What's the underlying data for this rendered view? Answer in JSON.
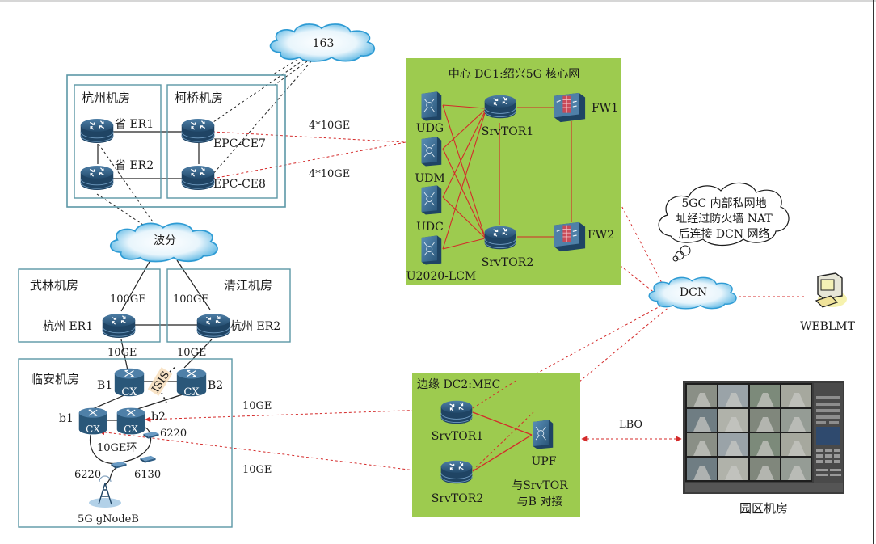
{
  "clouds": {
    "internet": "163",
    "wdm": "波分",
    "dcn": "DCN"
  },
  "rooms": {
    "hangzhou": "杭州机房",
    "keqiao": "柯桥机房",
    "wulin": "武林机房",
    "qingjiang": "清江机房",
    "linan": "临安机房",
    "park": "园区机房"
  },
  "devices": {
    "prov_er1": "省 ER1",
    "prov_er2": "省 ER2",
    "epc_ce7": "EPC-CE7",
    "epc_ce8": "EPC-CE8",
    "hz_er1": "杭州 ER1",
    "hz_er2": "杭州 ER2",
    "b1": "B1",
    "b2": "B2",
    "b1_small": "b1",
    "b2_small": "b2",
    "cx": "CX",
    "sw_6220_a": "6220",
    "sw_6220_b": "6220",
    "sw_6130": "6130",
    "gnodeb": "5G gNodeB",
    "udg": "UDG",
    "udm": "UDM",
    "udc": "UDC",
    "u2020": "U2020-LCM",
    "srvtor1": "SrvTOR1",
    "srvtor2": "SrvTOR2",
    "fw1": "FW1",
    "fw2": "FW2",
    "mec_srvtor1": "SrvTOR1",
    "mec_srvtor2": "SrvTOR2",
    "upf": "UPF",
    "weblmt": "WEBLMT"
  },
  "datacenters": {
    "dc1_title": "中心 DC1:绍兴5G 核心网",
    "dc2_title": "边缘 DC2:MEC",
    "dc2_note_line1": "与SrvTOR",
    "dc2_note_line2": "与B 对接"
  },
  "links": {
    "ce7_dc1": "4*10GE",
    "ce8_dc1": "4*10GE",
    "wdm_er1": "100GE",
    "wdm_er2": "100GE",
    "er1_b1": "10GE",
    "er2_b2": "10GE",
    "b2_mec": "10GE",
    "b1_mec": "10GE",
    "ring": "10GE环",
    "isis": "ISIS",
    "lbo": "LBO"
  },
  "callout": {
    "line1": "5GC 内部私网地",
    "line2": "址经过防火墙 NAT",
    "line3": "后连接 DCN 网络"
  },
  "colors": {
    "dc_green": "#9dcb4f",
    "room_border": "#5b97a6",
    "red_link": "#d42a2a",
    "device_blue": "#2e5f86",
    "cloud_blue": "#3aa6dc"
  }
}
